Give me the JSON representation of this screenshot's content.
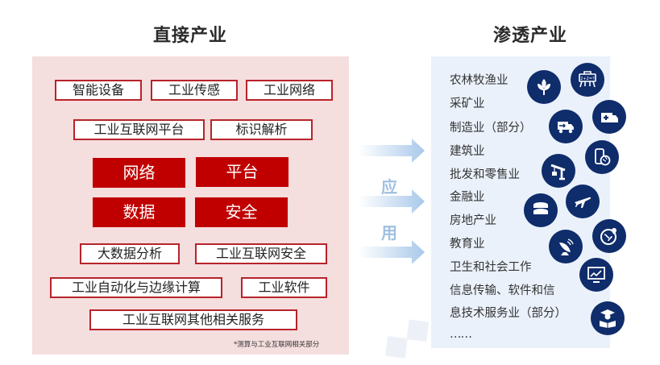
{
  "left": {
    "title": "直接产业",
    "outlined_items": [
      {
        "label": "智能设备"
      },
      {
        "label": "工业传感"
      },
      {
        "label": "工业网络"
      },
      {
        "label": "工业互联网平台"
      },
      {
        "label": "标识解析"
      },
      {
        "label": "大数据分析"
      },
      {
        "label": "工业互联网安全"
      },
      {
        "label": "工业自动化与边缘计算"
      },
      {
        "label": "工业软件"
      },
      {
        "label": "工业互联网其他相关服务"
      }
    ],
    "core_items": [
      {
        "label": "网络"
      },
      {
        "label": "平台"
      },
      {
        "label": "数据"
      },
      {
        "label": "安全"
      }
    ],
    "note": "*测算与工业互联网相关部分"
  },
  "middle": {
    "label_chars": [
      "应",
      "用"
    ],
    "arrow_color": "#a9c9ea"
  },
  "right": {
    "title": "渗透产业",
    "industries": [
      "农林牧渔业",
      "采矿业",
      "制造业（部分）",
      "建筑业",
      "批发和零售业",
      "金融业",
      "房地产业",
      "教育业",
      "卫生和社会工作",
      "信息传输、软件和信",
      "息技术服务业（部分）",
      "……"
    ],
    "icons": [
      "wheat-icon",
      "blackboard-icon",
      "delivery-truck-icon",
      "ambulance-icon",
      "mobile-globe-icon",
      "crane-icon",
      "airplane-icon",
      "coins-icon",
      "globe-pin-icon",
      "satellite-dish-icon",
      "monitor-chart-icon",
      "graduate-reading-icon"
    ]
  },
  "colors": {
    "left_panel_bg": "#f5dede",
    "right_panel_bg": "#eaf1fb",
    "accent_red": "#c00000",
    "icon_navy": "#0f2c6b"
  }
}
